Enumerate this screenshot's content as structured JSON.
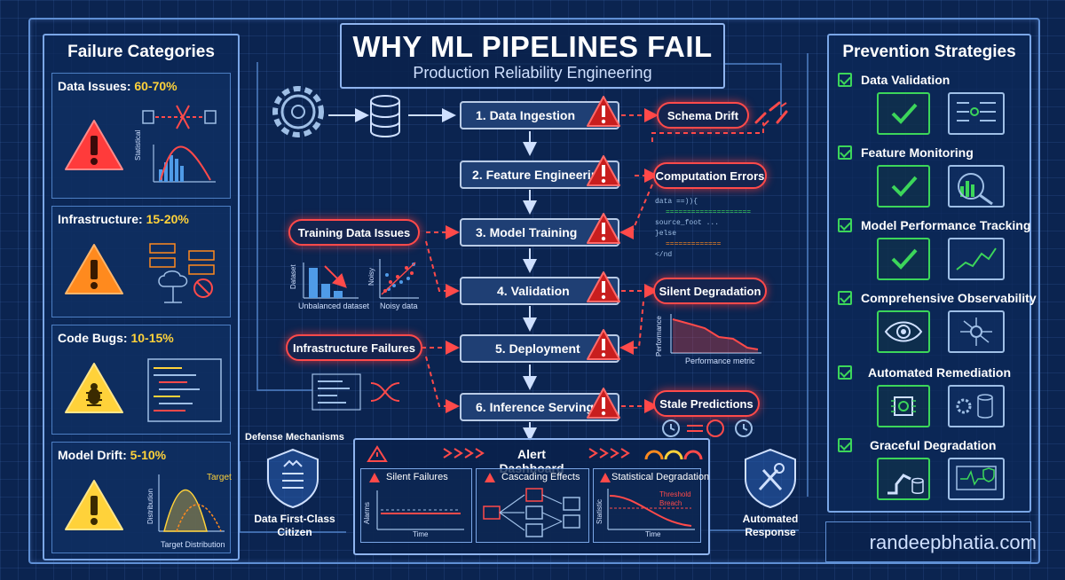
{
  "title": {
    "main": "WHY ML PIPELINES FAIL",
    "subtitle": "Production Reliability Engineering"
  },
  "left_panel": {
    "title": "Failure Categories",
    "categories": [
      {
        "name": "Data Issues:",
        "pct": "60-70%",
        "axis_label": "Statistical"
      },
      {
        "name": "Infrastructure:",
        "pct": "15-20%"
      },
      {
        "name": "Code Bugs:",
        "pct": "10-15%"
      },
      {
        "name": "Model Drift:",
        "pct": "5-10%",
        "axis_label": "Distribution",
        "target_label": "Target",
        "bottom_label": "Target Distribution"
      }
    ]
  },
  "pipeline": {
    "stages": [
      "1. Data Ingestion",
      "2. Feature Engineering",
      "3. Model Training",
      "4. Validation",
      "5. Deployment",
      "6. Inference Serving"
    ],
    "right_failures": [
      "Schema Drift",
      "Computation Errors",
      "Silent Degradation",
      "Stale Predictions"
    ],
    "left_failures": [
      "Training Data Issues",
      "Infrastructure Failures"
    ],
    "training_charts": {
      "left_axis": "Dataset",
      "left_caption": "Unbalanced dataset",
      "right_axis": "Noisy",
      "right_caption": "Noisy data"
    },
    "perf_chart": {
      "y_label": "Performance",
      "x_label": "Performance metric"
    },
    "code_snippet": [
      "data ==)){",
      "source_foot ...",
      "}else",
      "</nd"
    ]
  },
  "defense": {
    "label": "Defense Mechanisms",
    "left_caption": [
      "Data First-Class",
      "Citizen"
    ],
    "right_caption": [
      "Automated",
      "Response"
    ]
  },
  "alert_dashboard": {
    "title": "Alert Dashboard",
    "panels": [
      {
        "title": "Silent Failures",
        "y_label": "Alarms",
        "x_label": "Time"
      },
      {
        "title": "Cascading Effects"
      },
      {
        "title": "Statistical Degradation",
        "y_label": "Statistic",
        "x_label": "Time",
        "note_line1": "Threshold",
        "note_line2": "Breach"
      }
    ]
  },
  "right_panel": {
    "title": "Prevention Strategies",
    "strategies": [
      "Data Validation",
      "Feature Monitoring",
      "Model Performance Tracking",
      "Comprehensive Observability",
      "Automated Remediation",
      "Graceful Degradation"
    ]
  },
  "footer": {
    "website": "randeepbhatia.com"
  },
  "colors": {
    "background": "#0b2450",
    "danger": "#ff3b3b",
    "warning_orange": "#ff8a1e",
    "warning_yellow": "#ffd23a",
    "success": "#3cd65a",
    "line": "#7aa6e6"
  }
}
